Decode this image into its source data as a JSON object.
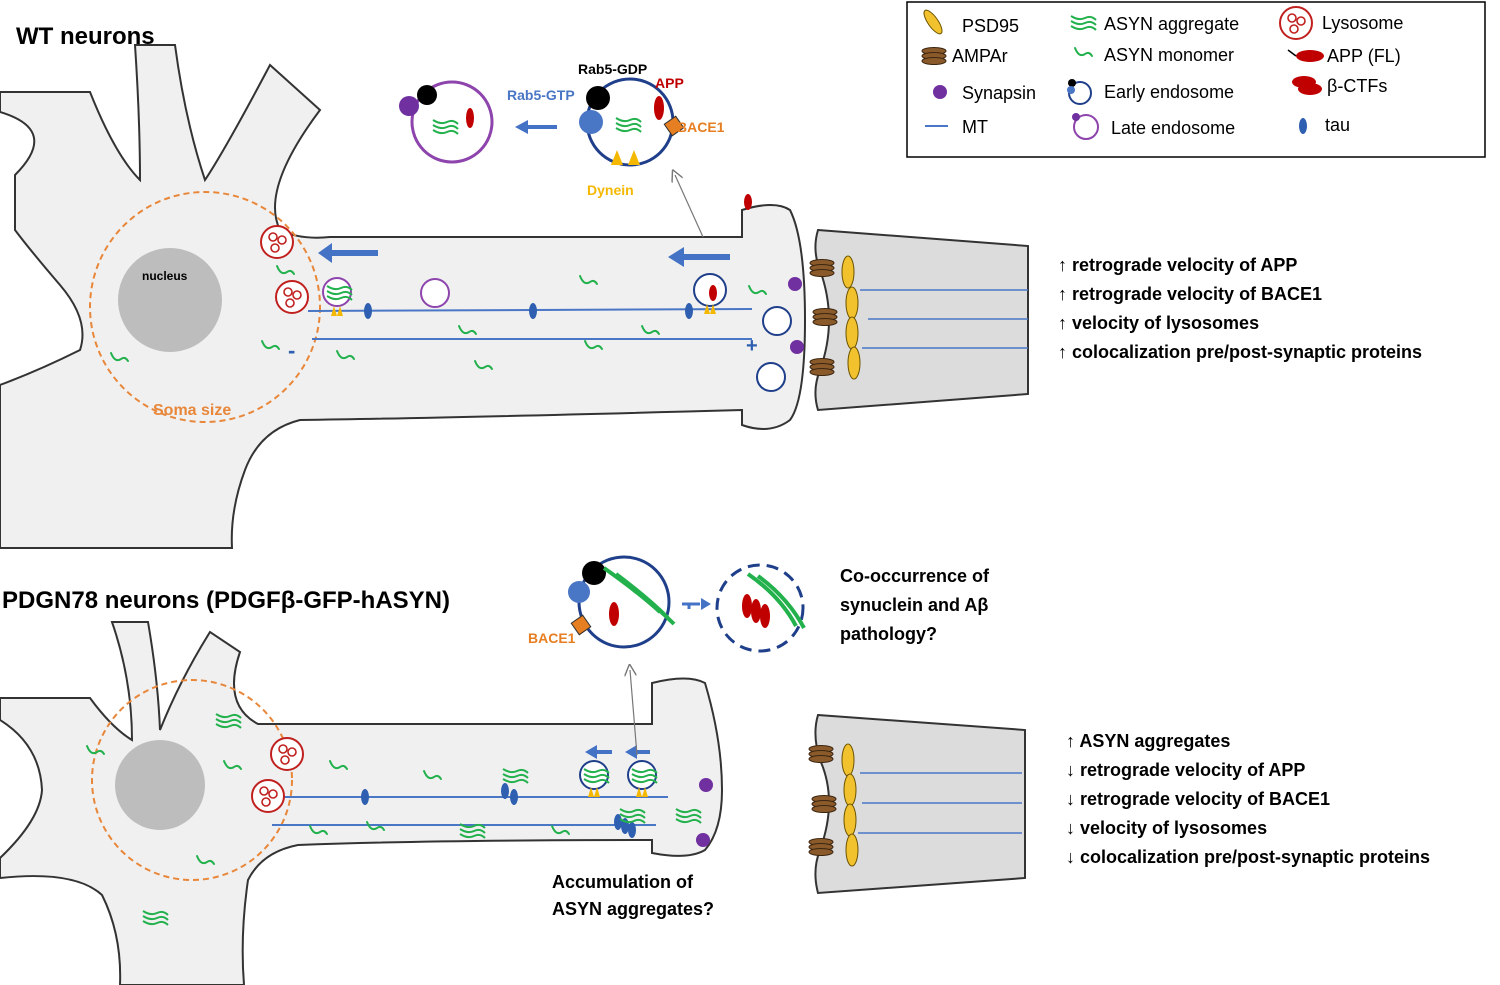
{
  "wt": {
    "title": "WT neurons",
    "nucleus": "nucleus",
    "soma_size": "Soma size",
    "minus": "-",
    "plus": "+",
    "inset": {
      "rab5_gdp": "Rab5-GDP",
      "rab5_gtp": "Rab5-GTP",
      "app": "APP",
      "bace1": "BACE1",
      "dynein": "Dynein"
    },
    "findings": [
      "↑ retrograde velocity of APP",
      "↑ retrograde velocity of BACE1",
      "↑ velocity of lysosomes",
      "↑ colocalization pre/post-synaptic proteins"
    ]
  },
  "pdgn": {
    "title": "PDGN78 neurons (PDGFβ-GFP-hASYN)",
    "inset": {
      "bace1": "BACE1",
      "question": [
        "Co-occurrence of",
        "synuclein and Aβ",
        "pathology?"
      ]
    },
    "accumulation": [
      "Accumulation of",
      "ASYN aggregates?"
    ],
    "findings": [
      "↑ ASYN aggregates",
      "↓ retrograde velocity of APP",
      "↓ retrograde velocity of BACE1",
      "↓ velocity of lysosomes",
      "↓ colocalization pre/post-synaptic proteins"
    ]
  },
  "legend": {
    "psd95": "PSD95",
    "ampar": "AMPAr",
    "synapsin": "Synapsin",
    "mt": "MT",
    "asyn_aggregate": "ASYN aggregate",
    "asyn_monomer": "ASYN monomer",
    "early_endosome": "Early endosome",
    "late_endosome": "Late endosome",
    "lysosome": "Lysosome",
    "app_fl": "APP (FL)",
    "beta_ctfs": "β-CTFs",
    "tau": "tau"
  },
  "colors": {
    "membrane": "#f0f0f0",
    "postsynapse": "#dcdcdc",
    "mt": "#4a76c6",
    "asyn": "#22b14c",
    "lysosome": "#c0211f",
    "endosome": "#1f3f8a",
    "late_endosome": "#8e44ad",
    "synapsin": "#7030a0",
    "psd95": "#f2c12e",
    "ampar": "#8a5a2b",
    "app": "#c00000",
    "tau": "#2e5fb0",
    "bace1": "#e67e22",
    "dynein": "#f5b800",
    "soma_ring": "#e8873a",
    "arrow": "#4472c4"
  }
}
